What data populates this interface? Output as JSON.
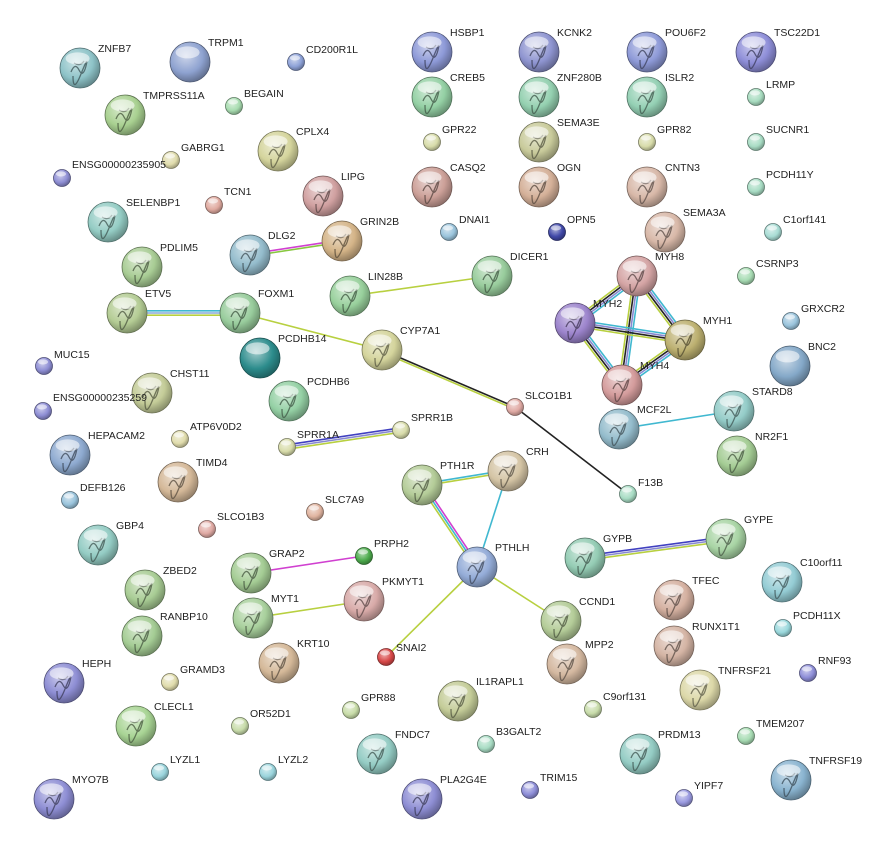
{
  "nodes": [
    {
      "id": "ZNFB7",
      "label": "ZNFB7",
      "color": "#8ec3c8",
      "protein": true,
      "size": "large"
    },
    {
      "id": "TRPM1",
      "label": "TRPM1",
      "color": "#8ea2d0",
      "protein": false,
      "size": "large"
    },
    {
      "id": "CD200R1L",
      "label": "CD200R1L",
      "color": "#8ea2d8",
      "protein": false,
      "size": "small"
    },
    {
      "id": "HSBP1",
      "label": "HSBP1",
      "color": "#8e9ad8",
      "protein": true,
      "size": "large"
    },
    {
      "id": "KCNK2",
      "label": "KCNK2",
      "color": "#8e94d0",
      "protein": true,
      "size": "large"
    },
    {
      "id": "POU6F2",
      "label": "POU6F2",
      "color": "#8e9ad8",
      "protein": true,
      "size": "large"
    },
    {
      "id": "TSC22D1",
      "label": "TSC22D1",
      "color": "#8e8ed8",
      "protein": true,
      "size": "large"
    },
    {
      "id": "TMPRSS11A",
      "label": "TMPRSS11A",
      "color": "#a8d090",
      "protein": true,
      "size": "large"
    },
    {
      "id": "BEGAIN",
      "label": "BEGAIN",
      "color": "#a8dcb0",
      "protein": false,
      "size": "small"
    },
    {
      "id": "CREB5",
      "label": "CREB5",
      "color": "#94d0a4",
      "protein": true,
      "size": "large"
    },
    {
      "id": "ZNF280B",
      "label": "ZNF280B",
      "color": "#94d0b0",
      "protein": true,
      "size": "large"
    },
    {
      "id": "ISLR2",
      "label": "ISLR2",
      "color": "#94d0b4",
      "protein": true,
      "size": "large"
    },
    {
      "id": "LRMP",
      "label": "LRMP",
      "color": "#a8dcc0",
      "protein": false,
      "size": "small"
    },
    {
      "id": "GPR22",
      "label": "GPR22",
      "color": "#d8dcaa",
      "protein": false,
      "size": "small"
    },
    {
      "id": "SEMA3E",
      "label": "SEMA3E",
      "color": "#c8ca9a",
      "protein": true,
      "size": "large"
    },
    {
      "id": "GPR82",
      "label": "GPR82",
      "color": "#d8dcaa",
      "protein": false,
      "size": "small"
    },
    {
      "id": "SUCNR1",
      "label": "SUCNR1",
      "color": "#a8dcc4",
      "protein": false,
      "size": "small"
    },
    {
      "id": "CPLX4",
      "label": "CPLX4",
      "color": "#d4d49c",
      "protein": true,
      "size": "large"
    },
    {
      "id": "GABRG1",
      "label": "GABRG1",
      "color": "#e0dcac",
      "protein": false,
      "size": "small"
    },
    {
      "id": "ENSG00000235905",
      "label": "ENSG00000235905",
      "color": "#8e8ed4",
      "protein": false,
      "size": "small"
    },
    {
      "id": "LIPG",
      "label": "LIPG",
      "color": "#d0a0a0",
      "protein": true,
      "size": "large"
    },
    {
      "id": "CASQ2",
      "label": "CASQ2",
      "color": "#cca098",
      "protein": true,
      "size": "large"
    },
    {
      "id": "OGN",
      "label": "OGN",
      "color": "#d4b098",
      "protein": true,
      "size": "large"
    },
    {
      "id": "CNTN3",
      "label": "CNTN3",
      "color": "#d8b8a8",
      "protein": true,
      "size": "large"
    },
    {
      "id": "PCDH11Y",
      "label": "PCDH11Y",
      "color": "#a8dcc4",
      "protein": false,
      "size": "small"
    },
    {
      "id": "TCN1",
      "label": "TCN1",
      "color": "#e0aaa0",
      "protein": false,
      "size": "small"
    },
    {
      "id": "SELENBP1",
      "label": "SELENBP1",
      "color": "#94ccc4",
      "protein": true,
      "size": "large"
    },
    {
      "id": "GRIN2B",
      "label": "GRIN2B",
      "color": "#d4b488",
      "protein": true,
      "size": "large"
    },
    {
      "id": "DLG2",
      "label": "DLG2",
      "color": "#94bccc",
      "protein": true,
      "size": "large"
    },
    {
      "id": "DNAI1",
      "label": "DNAI1",
      "color": "#9ac4dc",
      "protein": false,
      "size": "small"
    },
    {
      "id": "OPN5",
      "label": "OPN5",
      "color": "#4048a8",
      "protein": false,
      "size": "small"
    },
    {
      "id": "SEMA3A",
      "label": "SEMA3A",
      "color": "#d8b8a8",
      "protein": true,
      "size": "large"
    },
    {
      "id": "C1orf141",
      "label": "C1orf141",
      "color": "#a8dcd4",
      "protein": false,
      "size": "small"
    },
    {
      "id": "PDLIM5",
      "label": "PDLIM5",
      "color": "#a8cc94",
      "protein": true,
      "size": "large"
    },
    {
      "id": "LIN28B",
      "label": "LIN28B",
      "color": "#98d09c",
      "protein": true,
      "size": "large"
    },
    {
      "id": "DICER1",
      "label": "DICER1",
      "color": "#98cc9c",
      "protein": true,
      "size": "large"
    },
    {
      "id": "MYH8",
      "label": "MYH8",
      "color": "#d4a4a4",
      "protein": true,
      "size": "large"
    },
    {
      "id": "CSRNP3",
      "label": "CSRNP3",
      "color": "#a8dcb4",
      "protein": false,
      "size": "small"
    },
    {
      "id": "ETV5",
      "label": "ETV5",
      "color": "#b4cc94",
      "protein": true,
      "size": "large"
    },
    {
      "id": "FOXM1",
      "label": "FOXM1",
      "color": "#98cc9c",
      "protein": true,
      "size": "large"
    },
    {
      "id": "MYH2",
      "label": "MYH2",
      "color": "#9c84cc",
      "protein": true,
      "size": "large"
    },
    {
      "id": "MYH1",
      "label": "MYH1",
      "color": "#bcb070",
      "protein": true,
      "size": "large"
    },
    {
      "id": "GRXCR2",
      "label": "GRXCR2",
      "color": "#9ac4dc",
      "protein": false,
      "size": "small"
    },
    {
      "id": "PCDHB14",
      "label": "PCDHB14",
      "color": "#2c8c8c",
      "protein": false,
      "size": "large"
    },
    {
      "id": "CYP7A1",
      "label": "CYP7A1",
      "color": "#d4d49c",
      "protein": true,
      "size": "large"
    },
    {
      "id": "MUC15",
      "label": "MUC15",
      "color": "#8e8ed4",
      "protein": false,
      "size": "small"
    },
    {
      "id": "BNC2",
      "label": "BNC2",
      "color": "#84a8c8",
      "protein": false,
      "size": "large"
    },
    {
      "id": "MYH4",
      "label": "MYH4",
      "color": "#d49c9c",
      "protein": true,
      "size": "large"
    },
    {
      "id": "CHST11",
      "label": "CHST11",
      "color": "#c4cc98",
      "protein": true,
      "size": "large"
    },
    {
      "id": "ENSG00000235259",
      "label": "ENSG00000235259",
      "color": "#8e8ed4",
      "protein": false,
      "size": "small"
    },
    {
      "id": "PCDHB6",
      "label": "PCDHB6",
      "color": "#94d0a4",
      "protein": true,
      "size": "large"
    },
    {
      "id": "SLCO1B1",
      "label": "SLCO1B1",
      "color": "#e0aaa4",
      "protein": false,
      "size": "small"
    },
    {
      "id": "STARD8",
      "label": "STARD8",
      "color": "#94ccc8",
      "protein": true,
      "size": "large"
    },
    {
      "id": "MCF2L",
      "label": "MCF2L",
      "color": "#94bccc",
      "protein": true,
      "size": "large"
    },
    {
      "id": "ATP6V0D2",
      "label": "ATP6V0D2",
      "color": "#e0dcac",
      "protein": false,
      "size": "small"
    },
    {
      "id": "SPRR1B",
      "label": "SPRR1B",
      "color": "#d8dcaa",
      "protein": false,
      "size": "small"
    },
    {
      "id": "SPRR1A",
      "label": "SPRR1A",
      "color": "#d8dcaa",
      "protein": false,
      "size": "small"
    },
    {
      "id": "HEPACAM2",
      "label": "HEPACAM2",
      "color": "#8eaad0",
      "protein": true,
      "size": "large"
    },
    {
      "id": "NR2F1",
      "label": "NR2F1",
      "color": "#a4cc94",
      "protein": true,
      "size": "large"
    },
    {
      "id": "TIMD4",
      "label": "TIMD4",
      "color": "#d4b898",
      "protein": true,
      "size": "large"
    },
    {
      "id": "PTH1R",
      "label": "PTH1R",
      "color": "#b4cc98",
      "protein": true,
      "size": "large"
    },
    {
      "id": "CRH",
      "label": "CRH",
      "color": "#d4c4a4",
      "protein": true,
      "size": "large"
    },
    {
      "id": "DEFB126",
      "label": "DEFB126",
      "color": "#9ac4dc",
      "protein": false,
      "size": "small"
    },
    {
      "id": "F13B",
      "label": "F13B",
      "color": "#a8dcc4",
      "protein": false,
      "size": "small"
    },
    {
      "id": "SLC7A9",
      "label": "SLC7A9",
      "color": "#e0b4a0",
      "protein": false,
      "size": "small"
    },
    {
      "id": "SLCO1B3",
      "label": "SLCO1B3",
      "color": "#e0aaa4",
      "protein": false,
      "size": "small"
    },
    {
      "id": "GYPE",
      "label": "GYPE",
      "color": "#a8d4a4",
      "protein": true,
      "size": "large"
    },
    {
      "id": "GBP4",
      "label": "GBP4",
      "color": "#94ccc4",
      "protein": true,
      "size": "large"
    },
    {
      "id": "GYPB",
      "label": "GYPB",
      "color": "#94ccb4",
      "protein": true,
      "size": "large"
    },
    {
      "id": "PTHLH",
      "label": "PTHLH",
      "color": "#94acd8",
      "protein": true,
      "size": "large"
    },
    {
      "id": "PRPH2",
      "label": "PRPH2",
      "color": "#4caa4c",
      "protein": false,
      "size": "small"
    },
    {
      "id": "GRAP2",
      "label": "GRAP2",
      "color": "#a4cc94",
      "protein": true,
      "size": "large"
    },
    {
      "id": "C10orf11",
      "label": "C10orf11",
      "color": "#94ccd4",
      "protein": true,
      "size": "large"
    },
    {
      "id": "ZBED2",
      "label": "ZBED2",
      "color": "#a8cc94",
      "protein": true,
      "size": "large"
    },
    {
      "id": "PKMYT1",
      "label": "PKMYT1",
      "color": "#d8aaa8",
      "protein": true,
      "size": "large"
    },
    {
      "id": "TFEC",
      "label": "TFEC",
      "color": "#d4b0a0",
      "protein": true,
      "size": "large"
    },
    {
      "id": "CCND1",
      "label": "CCND1",
      "color": "#b4cc98",
      "protein": true,
      "size": "large"
    },
    {
      "id": "MYT1",
      "label": "MYT1",
      "color": "#a8d09c",
      "protein": true,
      "size": "large"
    },
    {
      "id": "RANBP10",
      "label": "RANBP10",
      "color": "#a4cc94",
      "protein": true,
      "size": "large"
    },
    {
      "id": "RUNX1T1",
      "label": "RUNX1T1",
      "color": "#d4b4a4",
      "protein": true,
      "size": "large"
    },
    {
      "id": "PCDH11X",
      "label": "PCDH11X",
      "color": "#9ad8dc",
      "protein": false,
      "size": "small"
    },
    {
      "id": "KRT10",
      "label": "KRT10",
      "color": "#d4b898",
      "protein": true,
      "size": "large"
    },
    {
      "id": "SNAI2",
      "label": "SNAI2",
      "color": "#d84848",
      "protein": false,
      "size": "small"
    },
    {
      "id": "MPP2",
      "label": "MPP2",
      "color": "#d4b8a0",
      "protein": true,
      "size": "large"
    },
    {
      "id": "HEPH",
      "label": "HEPH",
      "color": "#8e8ed4",
      "protein": true,
      "size": "large"
    },
    {
      "id": "GRAMD3",
      "label": "GRAMD3",
      "color": "#e0dcac",
      "protein": false,
      "size": "small"
    },
    {
      "id": "TNFRSF21",
      "label": "TNFRSF21",
      "color": "#dcd8a8",
      "protein": true,
      "size": "large"
    },
    {
      "id": "RNF93",
      "label": "RNF93",
      "color": "#8e8ed8",
      "protein": false,
      "size": "small"
    },
    {
      "id": "IL1RAPL1",
      "label": "IL1RAPL1",
      "color": "#c4cc98",
      "protein": true,
      "size": "large"
    },
    {
      "id": "CLECL1",
      "label": "CLECL1",
      "color": "#a8d494",
      "protein": true,
      "size": "large"
    },
    {
      "id": "GPR88",
      "label": "GPR88",
      "color": "#c8dca8",
      "protein": false,
      "size": "small"
    },
    {
      "id": "C9orf131",
      "label": "C9orf131",
      "color": "#c8dcaa",
      "protein": false,
      "size": "small"
    },
    {
      "id": "OR52D1",
      "label": "OR52D1",
      "color": "#c8dcaa",
      "protein": false,
      "size": "small"
    },
    {
      "id": "FNDC7",
      "label": "FNDC7",
      "color": "#94ccc4",
      "protein": true,
      "size": "large"
    },
    {
      "id": "B3GALT2",
      "label": "B3GALT2",
      "color": "#a8dcc4",
      "protein": false,
      "size": "small"
    },
    {
      "id": "PRDM13",
      "label": "PRDM13",
      "color": "#94ccc4",
      "protein": true,
      "size": "large"
    },
    {
      "id": "TMEM207",
      "label": "TMEM207",
      "color": "#a8dcb4",
      "protein": false,
      "size": "small"
    },
    {
      "id": "LYZL1",
      "label": "LYZL1",
      "color": "#9ad4dc",
      "protein": false,
      "size": "small"
    },
    {
      "id": "LYZL2",
      "label": "LYZL2",
      "color": "#9ad4dc",
      "protein": false,
      "size": "small"
    },
    {
      "id": "TNFRSF19",
      "label": "TNFRSF19",
      "color": "#8ab4d0",
      "protein": true,
      "size": "large"
    },
    {
      "id": "MYO7B",
      "label": "MYO7B",
      "color": "#8e8ed4",
      "protein": true,
      "size": "large"
    },
    {
      "id": "PLA2G4E",
      "label": "PLA2G4E",
      "color": "#8e8ed4",
      "protein": true,
      "size": "large"
    },
    {
      "id": "TRIM15",
      "label": "TRIM15",
      "color": "#8e8ed8",
      "protein": false,
      "size": "small"
    },
    {
      "id": "YIPF7",
      "label": "YIPF7",
      "color": "#9a9ae0",
      "protein": false,
      "size": "small"
    }
  ],
  "edges": [
    {
      "source": "DLG2",
      "target": "GRIN2B",
      "colors": [
        "#d040d0",
        "#88c840"
      ]
    },
    {
      "source": "LIN28B",
      "target": "DICER1",
      "colors": [
        "#b8d040"
      ]
    },
    {
      "source": "ETV5",
      "target": "FOXM1",
      "colors": [
        "#40b8d0",
        "#88a8d8",
        "#b8d040"
      ]
    },
    {
      "source": "FOXM1",
      "target": "CYP7A1",
      "colors": [
        "#b8d040"
      ]
    },
    {
      "source": "CYP7A1",
      "target": "SLCO1B1",
      "colors": [
        "#222222"
      ]
    },
    {
      "source": "SLCO1B1",
      "target": "F13B",
      "colors": [
        "#222222"
      ]
    },
    {
      "source": "CYP7A1",
      "target": "SLCO1B1",
      "colors": [
        "#b8d040"
      ],
      "offset": 2
    },
    {
      "source": "SPRR1A",
      "target": "SPRR1B",
      "colors": [
        "#4040c0",
        "#8888d0",
        "#b8d040"
      ]
    },
    {
      "source": "MYH8",
      "target": "MYH2",
      "colors": [
        "#40b8d0",
        "#8888d0",
        "#222222",
        "#b8d040"
      ]
    },
    {
      "source": "MYH8",
      "target": "MYH1",
      "colors": [
        "#40b8d0",
        "#8888d0",
        "#222222",
        "#b8d040"
      ]
    },
    {
      "source": "MYH8",
      "target": "MYH4",
      "colors": [
        "#40b8d0",
        "#8888d0",
        "#222222",
        "#b8d040"
      ]
    },
    {
      "source": "MYH2",
      "target": "MYH1",
      "colors": [
        "#40b8d0",
        "#8888d0",
        "#222222",
        "#b8d040"
      ]
    },
    {
      "source": "MYH2",
      "target": "MYH4",
      "colors": [
        "#40b8d0",
        "#8888d0",
        "#222222",
        "#b8d040"
      ]
    },
    {
      "source": "MYH1",
      "target": "MYH4",
      "colors": [
        "#40b8d0",
        "#8888d0",
        "#222222",
        "#b8d040"
      ]
    },
    {
      "source": "MCF2L",
      "target": "STARD8",
      "colors": [
        "#40b8d0"
      ]
    },
    {
      "source": "PTH1R",
      "target": "CRH",
      "colors": [
        "#40b8d0",
        "#b8d040"
      ]
    },
    {
      "source": "PTH1R",
      "target": "PTHLH",
      "colors": [
        "#d040d0",
        "#40b8d0",
        "#b8d040"
      ]
    },
    {
      "source": "CRH",
      "target": "PTHLH",
      "colors": [
        "#40b8d0"
      ]
    },
    {
      "source": "PTHLH",
      "target": "SNAI2",
      "colors": [
        "#b8d040"
      ]
    },
    {
      "source": "PTHLH",
      "target": "CCND1",
      "colors": [
        "#b8d040"
      ]
    },
    {
      "source": "GYPB",
      "target": "GYPE",
      "colors": [
        "#4040c0",
        "#8888d0",
        "#b8d040"
      ]
    },
    {
      "source": "GRAP2",
      "target": "PRPH2",
      "colors": [
        "#d040d0"
      ]
    },
    {
      "source": "MYT1",
      "target": "PKMYT1",
      "colors": [
        "#b8d040"
      ]
    }
  ]
}
